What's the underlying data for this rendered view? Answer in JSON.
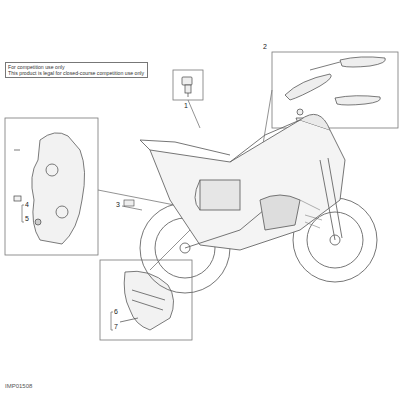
{
  "diagram": {
    "nodes": [
      {
        "text": [
          "For competition use only",
          "This product is legal for closed-course competition use only"
        ]
      }
    ],
    "labels": [
      "1",
      "2",
      "3",
      "4",
      "5",
      "6",
      "7",
      "IMP01508"
    ]
  }
}
